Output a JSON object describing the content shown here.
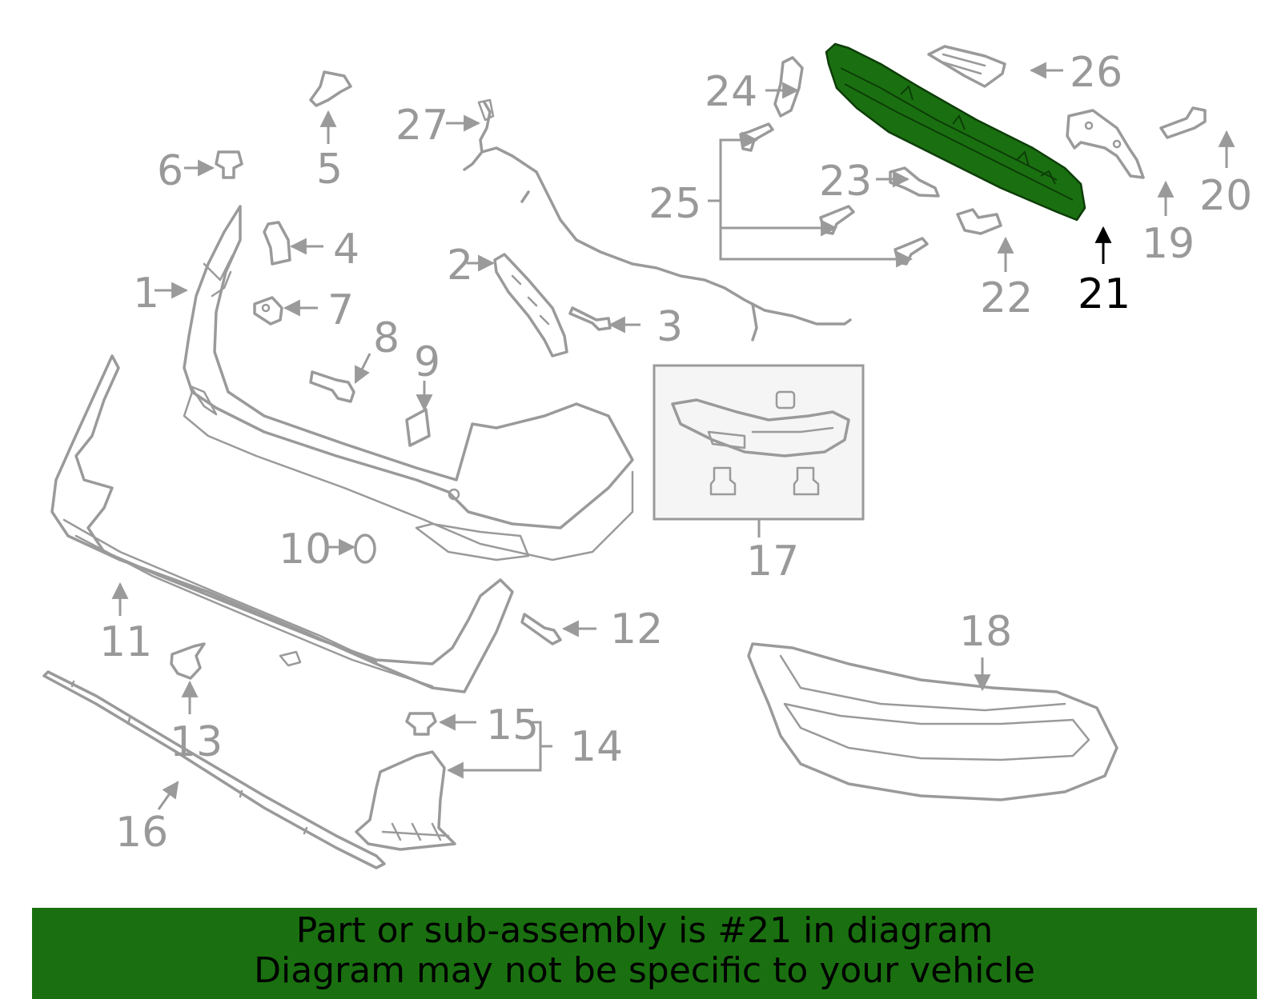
{
  "callouts": [
    "1",
    "2",
    "3",
    "4",
    "5",
    "6",
    "7",
    "8",
    "9",
    "10",
    "11",
    "12",
    "13",
    "14",
    "15",
    "16",
    "17",
    "18",
    "19",
    "20",
    "21",
    "22",
    "23",
    "24",
    "25",
    "26",
    "27"
  ],
  "highlighted_part": "21",
  "colors": {
    "highlight": "#1a7010",
    "line": "#9a9a9a",
    "highlight_label": "#000000"
  },
  "banner": {
    "line1": "Part or sub-assembly is #21 in diagram",
    "line2": "Diagram may not be specific to your vehicle"
  }
}
